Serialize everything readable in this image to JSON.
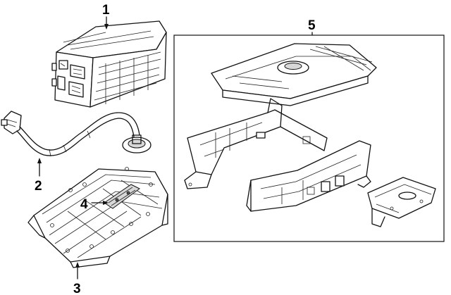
{
  "callouts": [
    {
      "number": "1"
    },
    {
      "number": "2"
    },
    {
      "number": "3"
    },
    {
      "number": "4"
    },
    {
      "number": "5"
    }
  ]
}
